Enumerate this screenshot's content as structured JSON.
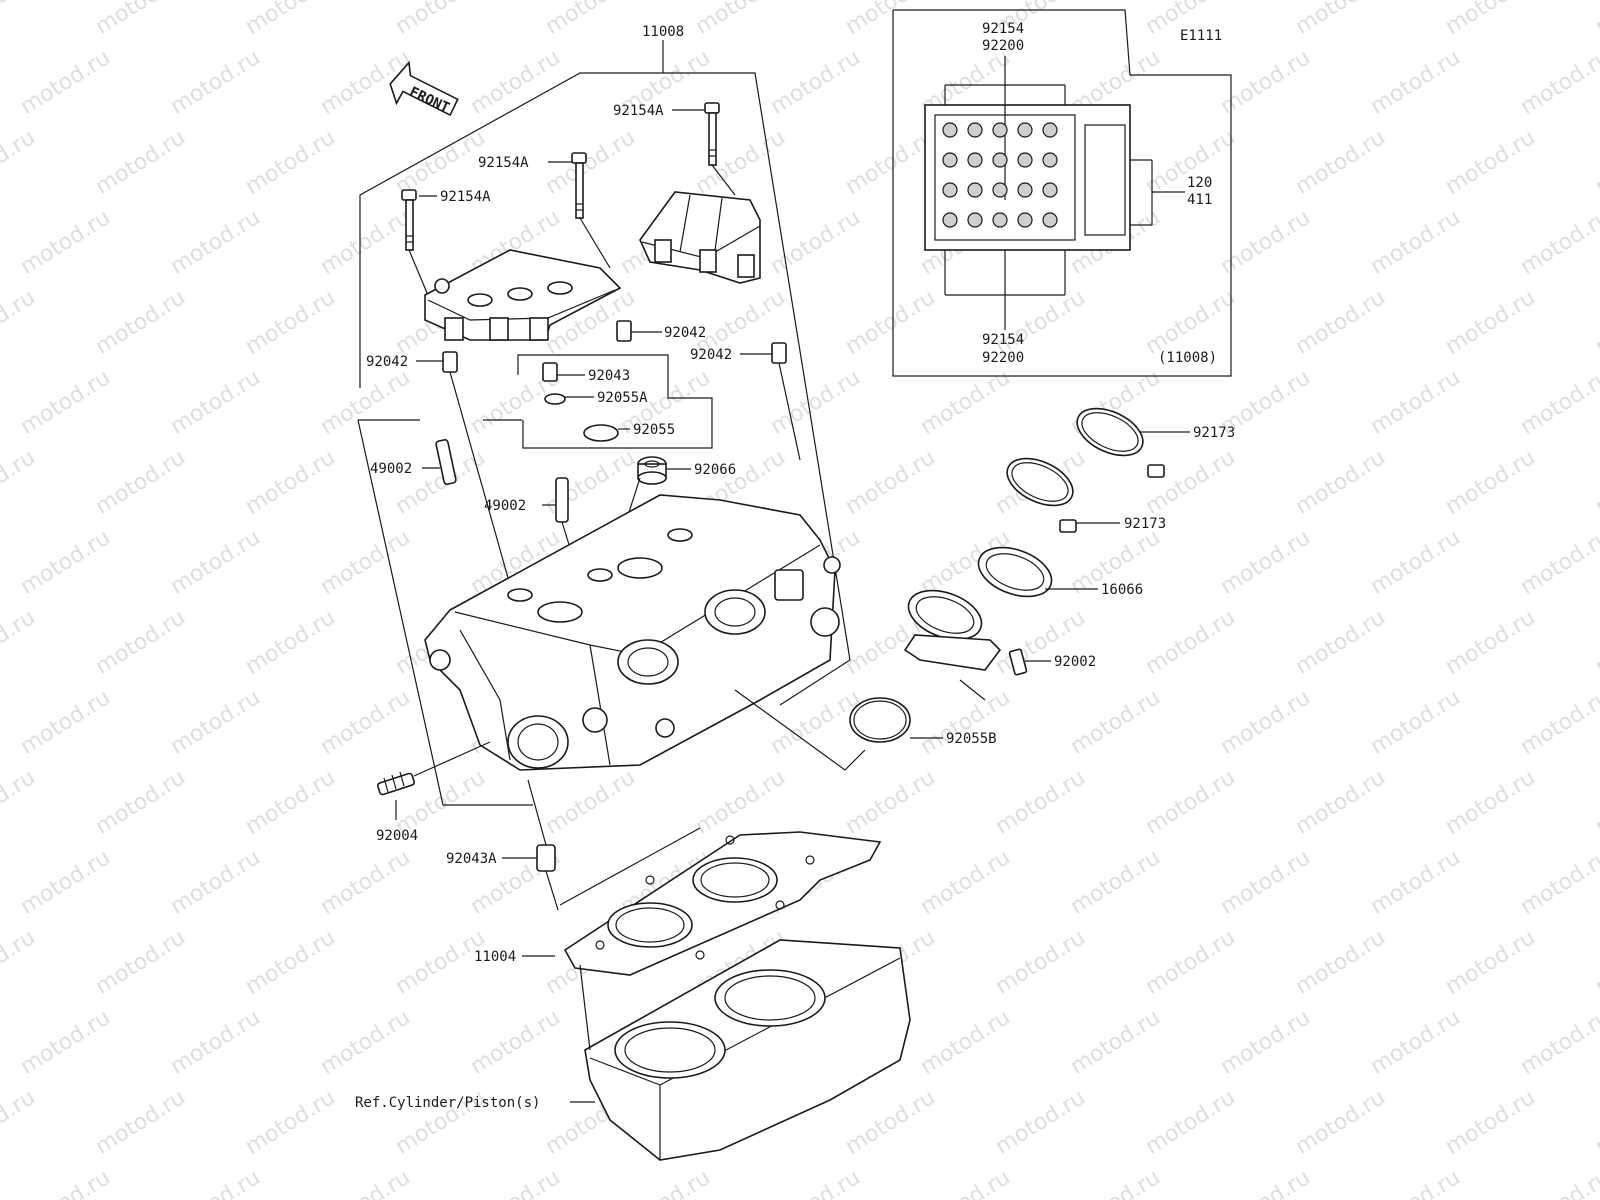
{
  "watermark": "motod.ru",
  "front_arrow": "FRONT",
  "diagram_code": "E1111",
  "inset": {
    "top_labels": [
      "92154",
      "92200"
    ],
    "bottom_labels": [
      "92154",
      "92200"
    ],
    "side_labels": [
      "120",
      "411"
    ],
    "ref_label": "(11008)"
  },
  "callouts": [
    {
      "id": "11008",
      "text": "11008"
    },
    {
      "id": "92154A-1",
      "text": "92154A"
    },
    {
      "id": "92154A-2",
      "text": "92154A"
    },
    {
      "id": "92154A-3",
      "text": "92154A"
    },
    {
      "id": "92042-1",
      "text": "92042"
    },
    {
      "id": "92042-2",
      "text": "92042"
    },
    {
      "id": "92042-3",
      "text": "92042"
    },
    {
      "id": "92043",
      "text": "92043"
    },
    {
      "id": "92055A",
      "text": "92055A"
    },
    {
      "id": "92055",
      "text": "92055"
    },
    {
      "id": "92066",
      "text": "92066"
    },
    {
      "id": "49002-1",
      "text": "49002"
    },
    {
      "id": "49002-2",
      "text": "49002"
    },
    {
      "id": "92004",
      "text": "92004"
    },
    {
      "id": "92043A",
      "text": "92043A"
    },
    {
      "id": "11004",
      "text": "11004"
    },
    {
      "id": "ref-cyl",
      "text": "Ref.Cylinder/Piston(s)"
    },
    {
      "id": "92173-1",
      "text": "92173"
    },
    {
      "id": "92173-2",
      "text": "92173"
    },
    {
      "id": "16066",
      "text": "16066"
    },
    {
      "id": "92002",
      "text": "92002"
    },
    {
      "id": "92055B",
      "text": "92055B"
    }
  ]
}
